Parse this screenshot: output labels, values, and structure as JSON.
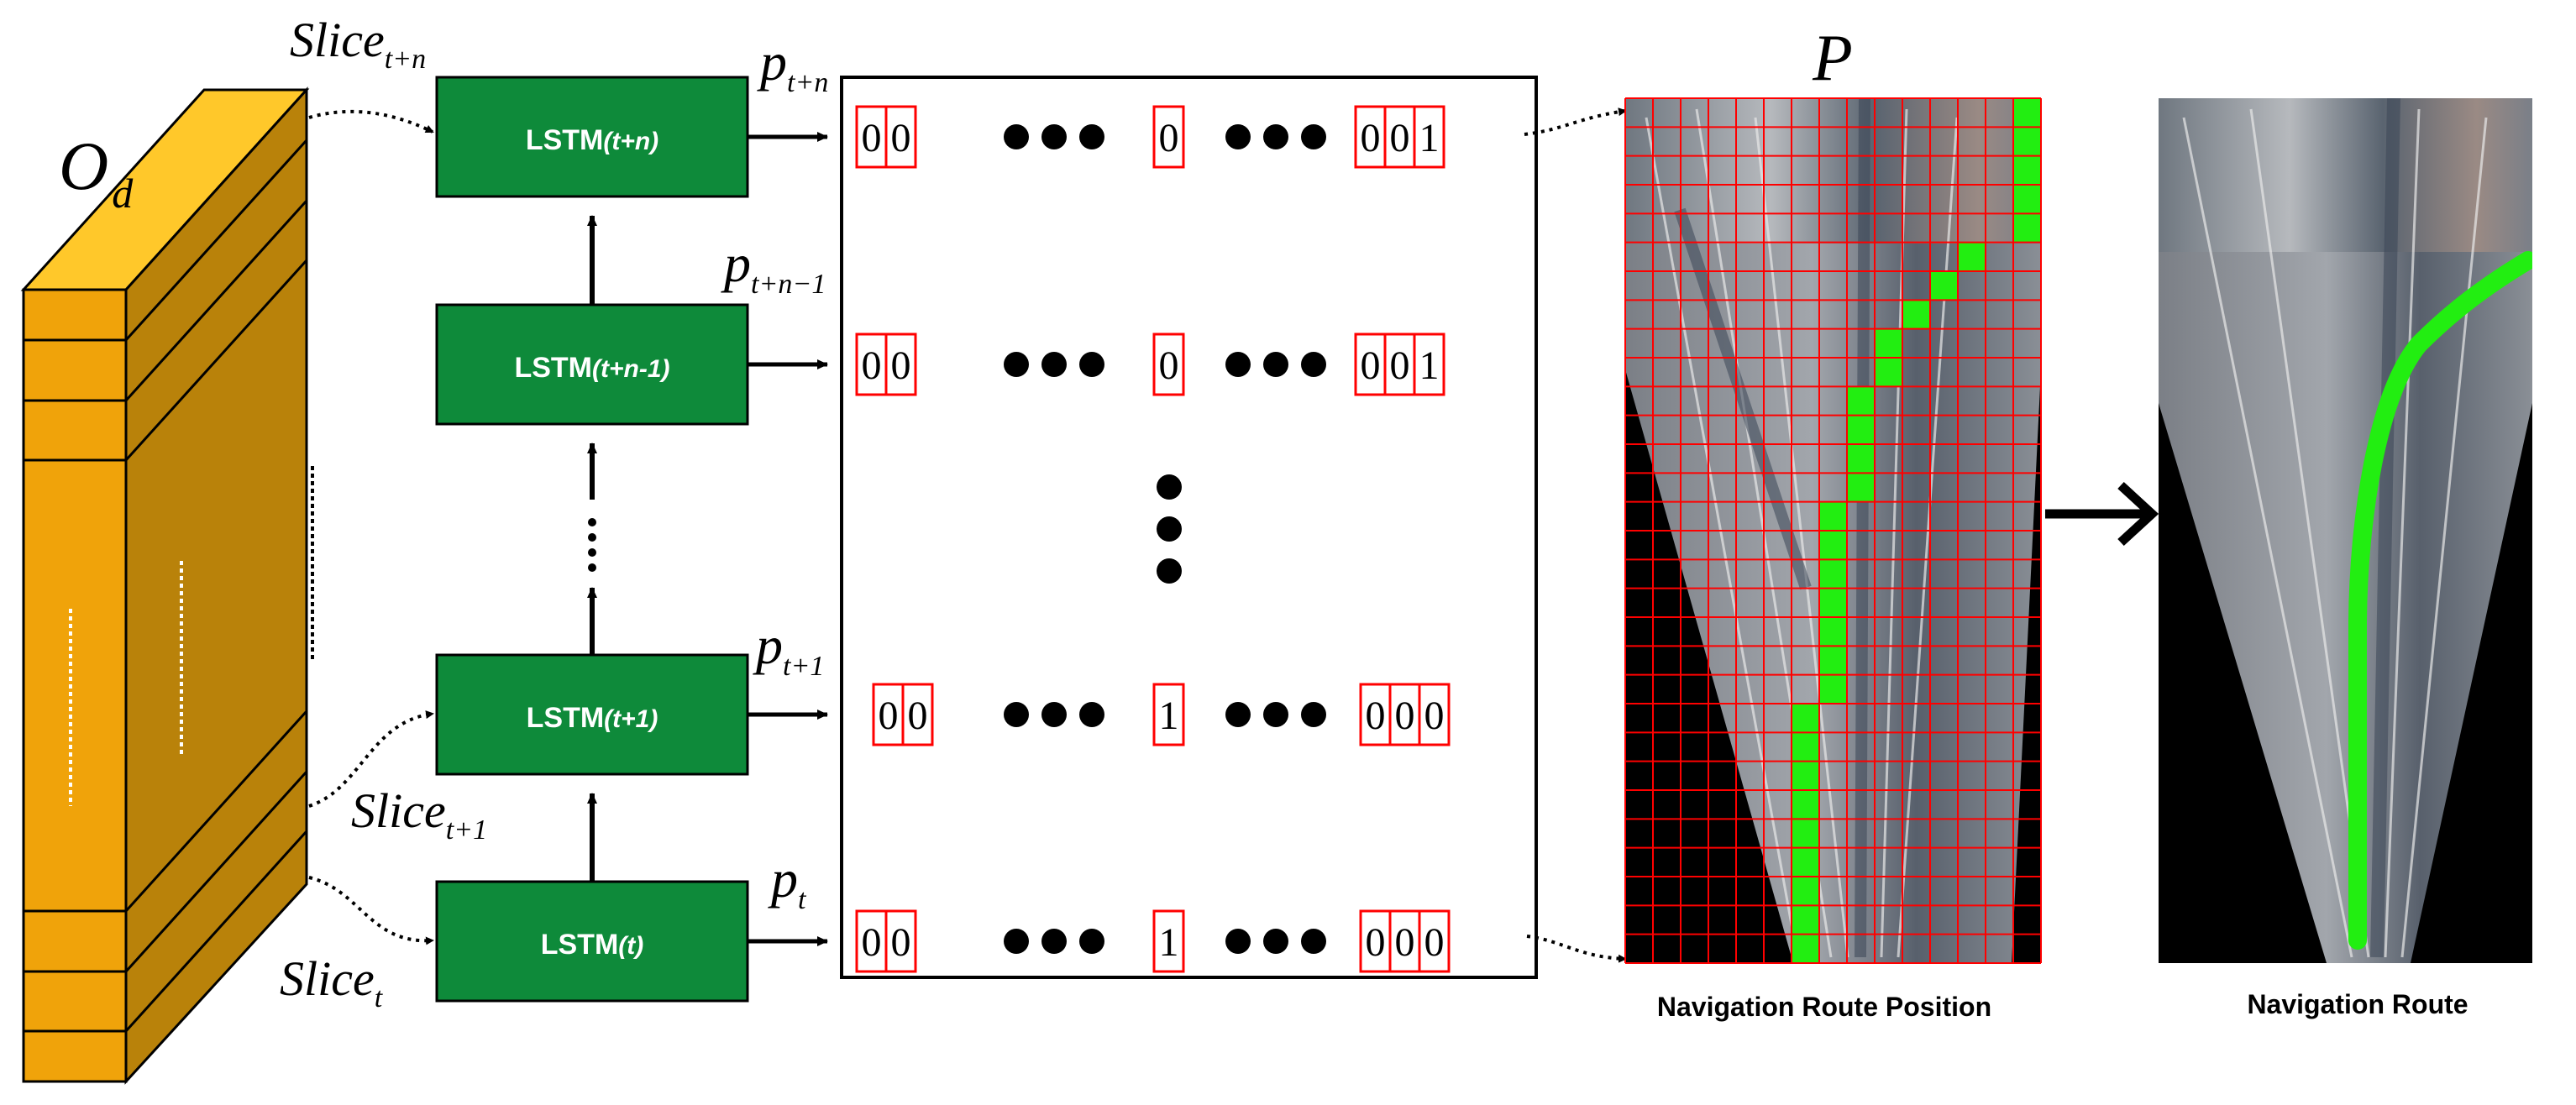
{
  "input_tensor": {
    "label_main": "O",
    "label_sub": "d"
  },
  "slice_labels": [
    {
      "id": "top",
      "main": "Slice",
      "sub": "t+n"
    },
    {
      "id": "mid",
      "main": "Slice",
      "sub": "t+1"
    },
    {
      "id": "bot",
      "main": "Slice",
      "sub": "t"
    }
  ],
  "lstm_cells": [
    {
      "id": "tn",
      "prefix": "LSTM",
      "suffix": "(t+n)"
    },
    {
      "id": "tn1",
      "prefix": "LSTM",
      "suffix": "(t+n-1)"
    },
    {
      "id": "t1",
      "prefix": "LSTM",
      "suffix": "(t+1)"
    },
    {
      "id": "t",
      "prefix": "LSTM",
      "suffix": "(t)"
    }
  ],
  "output_labels": [
    {
      "id": "tn",
      "main": "p",
      "sub": "t+n"
    },
    {
      "id": "tn1",
      "main": "p",
      "sub": "t+n−1"
    },
    {
      "id": "t1",
      "main": "p",
      "sub": "t+1"
    },
    {
      "id": "t",
      "main": "p",
      "sub": "t"
    }
  ],
  "vector_rows": [
    {
      "id": "tn",
      "left": [
        "0",
        "0"
      ],
      "middle": "0",
      "right": [
        "0",
        "0",
        "1"
      ]
    },
    {
      "id": "tn1",
      "left": [
        "0",
        "0"
      ],
      "middle": "0",
      "right": [
        "0",
        "0",
        "1"
      ]
    },
    {
      "id": "t1",
      "left": [
        "0",
        "0"
      ],
      "middle": "1",
      "right": [
        "0",
        "0",
        "0"
      ]
    },
    {
      "id": "t",
      "left": [
        "0",
        "0"
      ],
      "middle": "1",
      "right": [
        "0",
        "0",
        "0"
      ]
    }
  ],
  "position_grid": {
    "title": "P",
    "caption": "Navigation Route Position",
    "rows": 30,
    "cols": 15,
    "grid_color": "#ff0000",
    "highlight_color": "#22ee11",
    "highlighted_cells": [
      [
        0,
        14
      ],
      [
        1,
        14
      ],
      [
        2,
        14
      ],
      [
        3,
        14
      ],
      [
        4,
        14
      ],
      [
        5,
        12
      ],
      [
        6,
        11
      ],
      [
        7,
        10
      ],
      [
        8,
        9
      ],
      [
        9,
        9
      ],
      [
        10,
        8
      ],
      [
        11,
        8
      ],
      [
        12,
        8
      ],
      [
        13,
        8
      ],
      [
        14,
        7
      ],
      [
        15,
        7
      ],
      [
        16,
        7
      ],
      [
        17,
        7
      ],
      [
        18,
        7
      ],
      [
        19,
        7
      ],
      [
        20,
        7
      ],
      [
        21,
        6
      ],
      [
        22,
        6
      ],
      [
        23,
        6
      ],
      [
        24,
        6
      ],
      [
        25,
        6
      ],
      [
        26,
        6
      ],
      [
        27,
        6
      ],
      [
        28,
        6
      ],
      [
        29,
        6
      ]
    ]
  },
  "route_panel": {
    "caption": "Navigation Route",
    "route_color": "#22ee11"
  },
  "colors": {
    "lstm_fill": "#0e8a3a",
    "tensor_front": "#f0a30a",
    "tensor_top": "#ffc82a",
    "tensor_side": "#b9820a",
    "cell_border": "#ff0000"
  }
}
